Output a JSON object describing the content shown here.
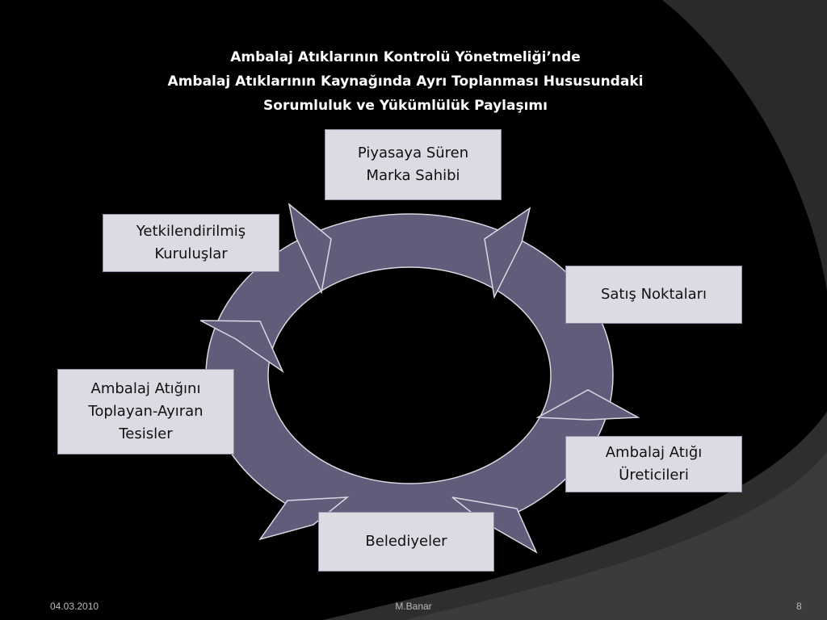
{
  "title": {
    "line1": "Ambalaj Atıklarının Kontrolü Yönetmeliği’nde",
    "line2": "Ambalaj Atıklarının Kaynağında Ayrı Toplanması Hususundaki",
    "line3": "Sorumluluk ve Yükümlülük Paylaşımı"
  },
  "nodes": {
    "piyasaya": "Piyasaya Süren\nMarka Sahibi",
    "satis": "Satış Noktaları",
    "ureticiler": "Ambalaj Atığı\nÜreticileri",
    "belediyeler": "Belediyeler",
    "toplayan": "Ambalaj Atığını\nToplayan-Ayıran\nTesisler",
    "yetkili": "Yetkilendirilmiş\nKuruluşlar"
  },
  "footer": {
    "date": "04.03.2010",
    "author": "M.Banar",
    "page": "8"
  },
  "colors": {
    "ring": "#625b7a",
    "box": "#dcdbe4",
    "background": "#000000"
  }
}
